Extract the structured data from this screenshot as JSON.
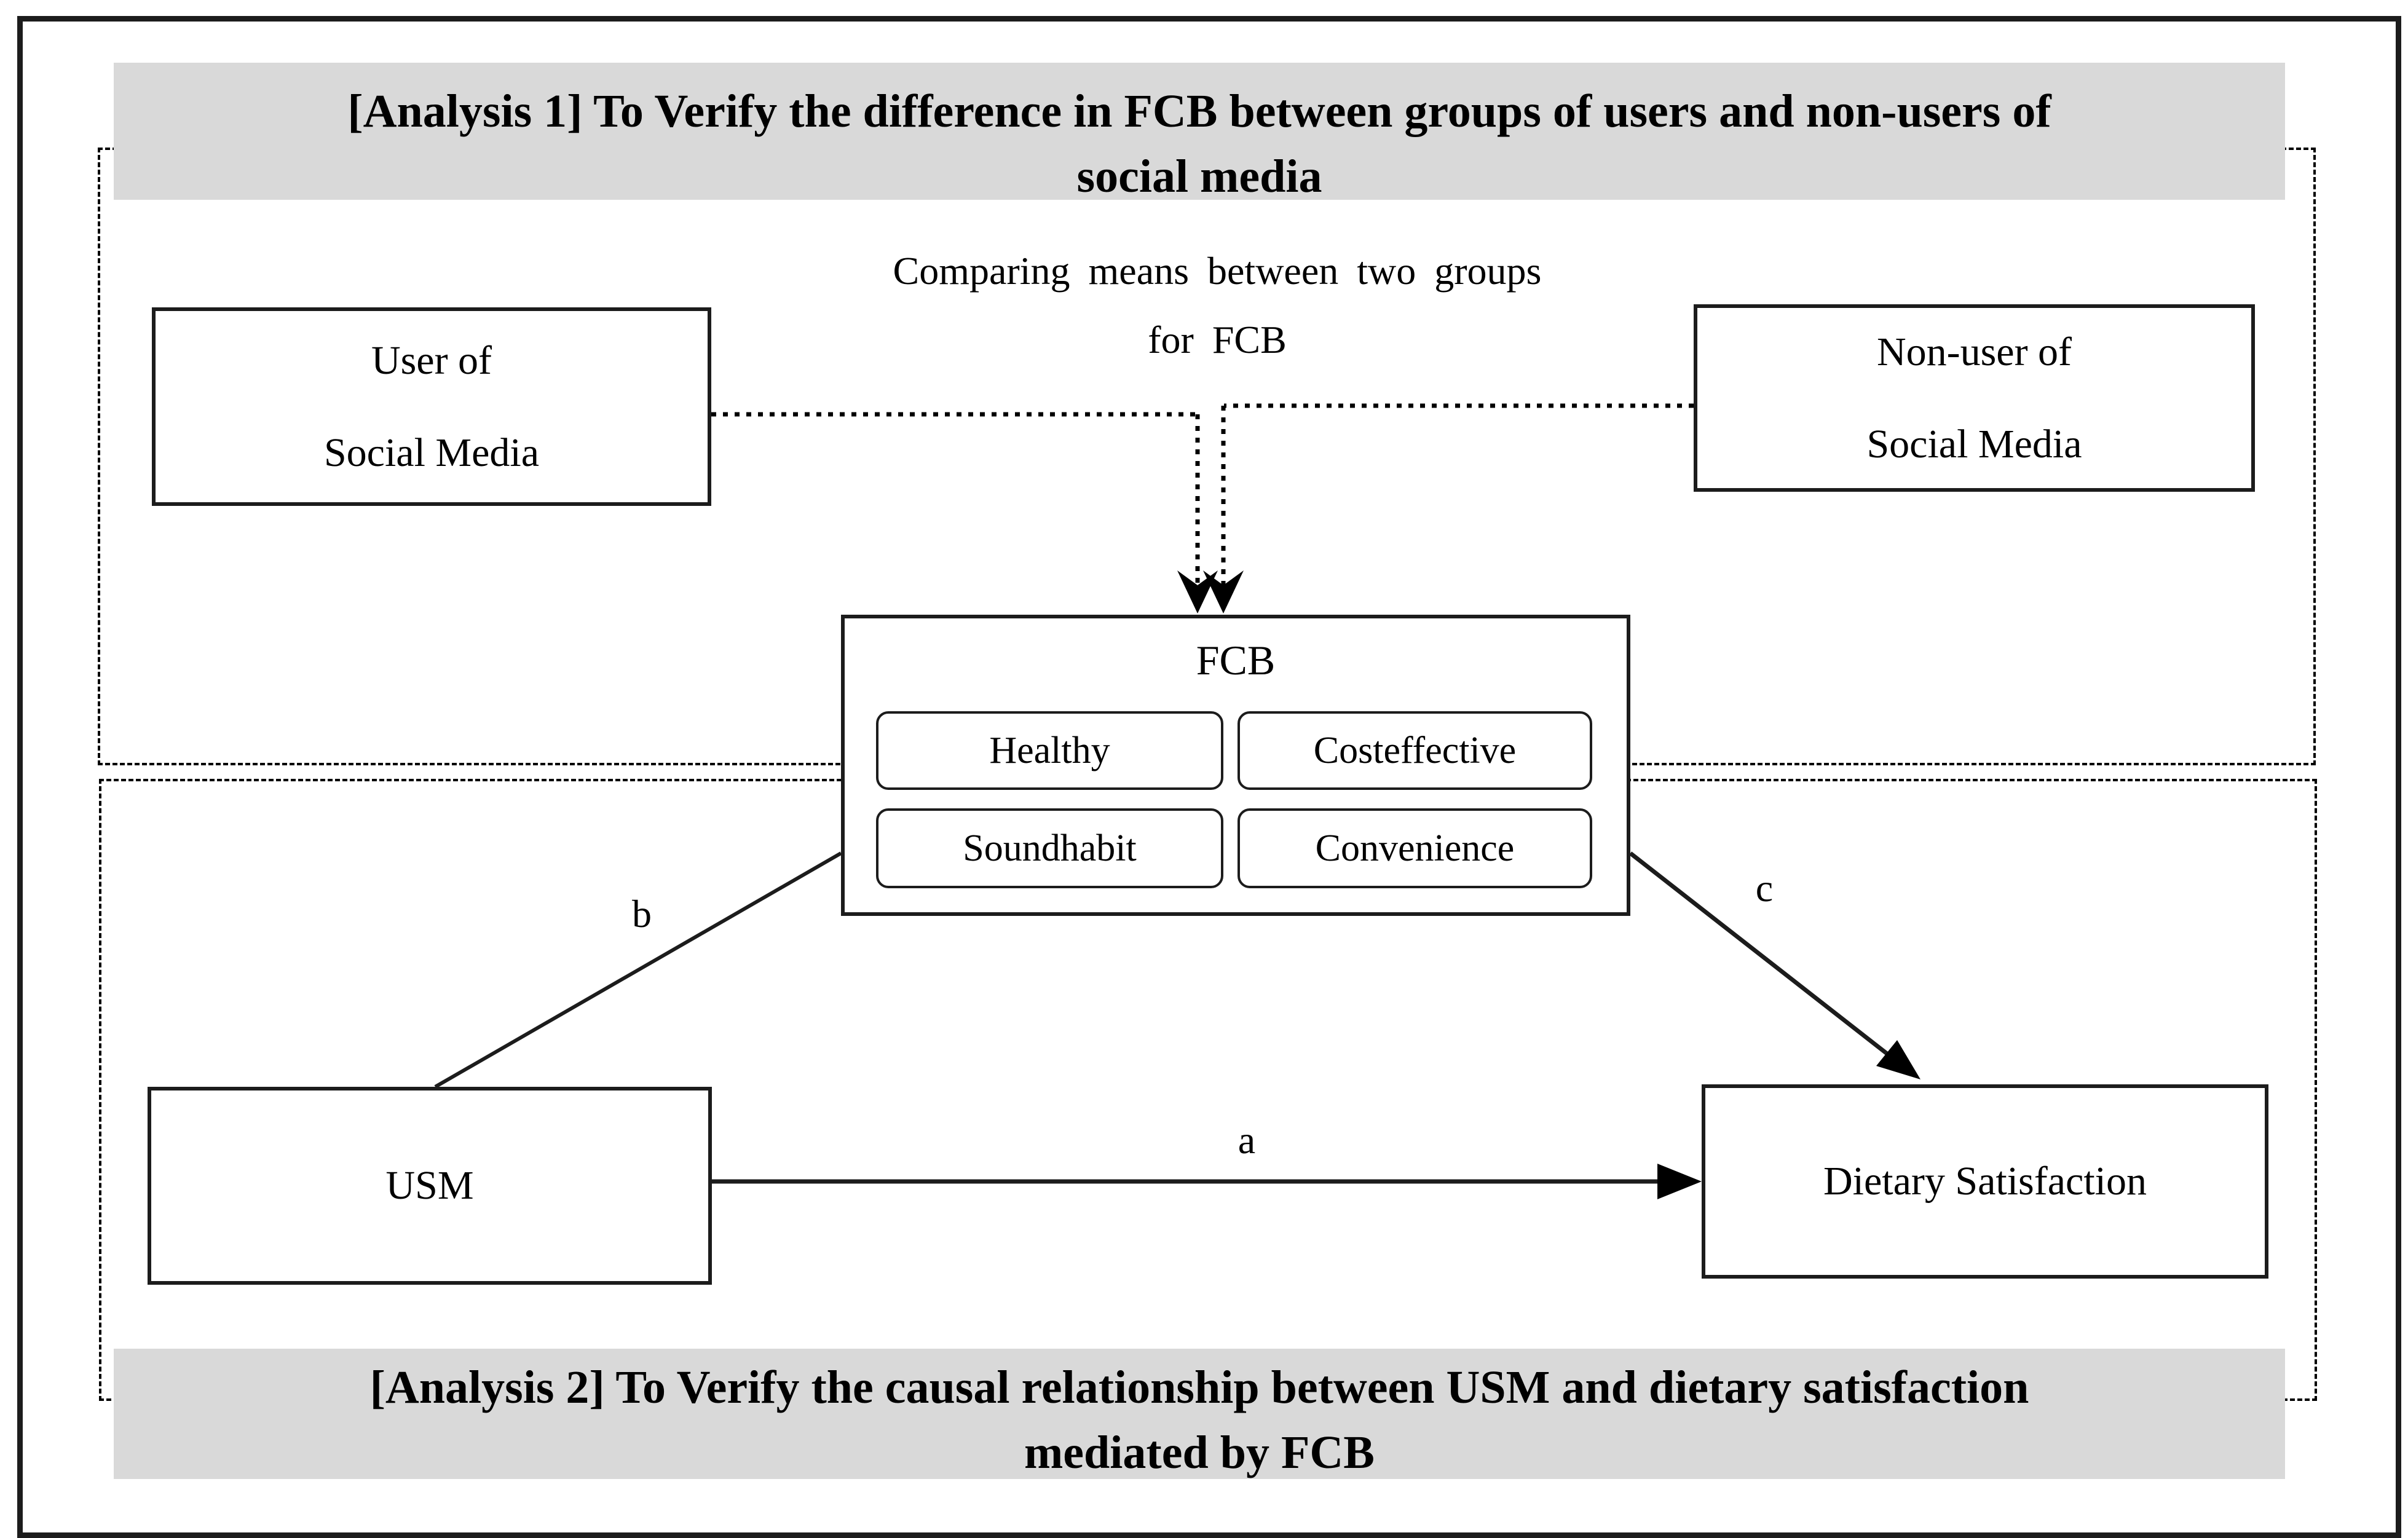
{
  "figure": {
    "analysis1_banner": {
      "line1": "[Analysis 1] To Verify the difference in FCB between groups of users and non-users of",
      "line2": "social media"
    },
    "analysis2_banner": {
      "line1": "[Analysis 2] To Verify the causal relationship between USM and dietary satisfaction",
      "line2": "mediated by FCB"
    },
    "comparing_note": {
      "line1": "Comparing  means  between  two  groups",
      "line2": "for FCB"
    },
    "nodes": {
      "user": {
        "line1": "User of",
        "line2": "Social Media"
      },
      "nonuser": {
        "line1": "Non-user  of",
        "line2": "Social Media"
      },
      "usm": {
        "label": "USM"
      },
      "dietary": {
        "label": "Dietary  Satisfaction"
      },
      "fcb": {
        "title": "FCB",
        "indicators": [
          "Healthy",
          "Costeffective",
          "Soundhabit",
          "Convenience"
        ]
      }
    },
    "path_labels": {
      "a": "a",
      "b": "b",
      "c": "c"
    },
    "colors": {
      "banner_bg": "#d9d9d9",
      "line": "#1c1c1c",
      "box_fill": "#ffffff"
    }
  }
}
